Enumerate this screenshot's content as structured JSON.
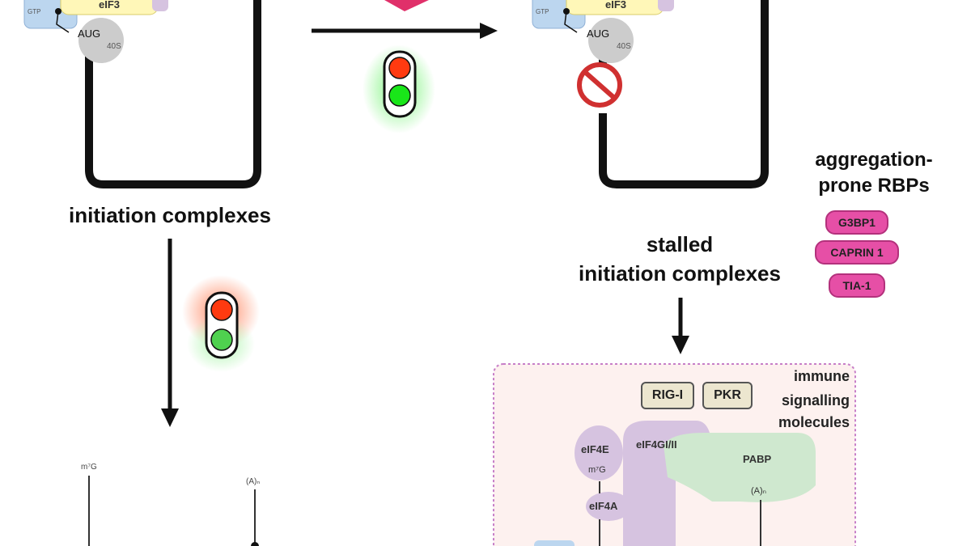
{
  "labels": {
    "initiation_complexes": "initiation complexes",
    "stalled_line1": "stalled",
    "stalled_line2": "initiation complexes",
    "rbp_line1": "aggregation-",
    "rbp_line2": "prone RBPs",
    "immune_line1": "immune",
    "immune_line2": "signalling",
    "immune_line3": "molecules"
  },
  "rbps": [
    "G3BP1",
    "CAPRIN 1",
    "TIA-1"
  ],
  "immune_molecules": [
    "RIG-I",
    "PKR"
  ],
  "complex_labels": {
    "eif3": "eIF3",
    "aug": "AUG",
    "s40": "40S",
    "gtp": "GTP"
  },
  "granule_labels": {
    "eif4e": "eIF4E",
    "eif4g": "eIF4GI/II",
    "pabp": "PABP",
    "cap": "m⁷G",
    "eif4a": "eIF4A",
    "polya": "(A)ₙ"
  },
  "mrna_labels": {
    "cap": "m⁷G",
    "polya": "(A)ₙ"
  },
  "colors": {
    "rbp_pill": "#e64fa6",
    "granule_bg": "#fdf1ef",
    "granule_border": "#c77fc8",
    "eif3": "#fff7b8",
    "eif4g": "#d6c3e0",
    "pabp": "#cfe8cf",
    "ribosome_40s": "#cccccc",
    "light_red": "#ff2a00",
    "light_green": "#19e619",
    "stop_sign": "#d03030"
  }
}
